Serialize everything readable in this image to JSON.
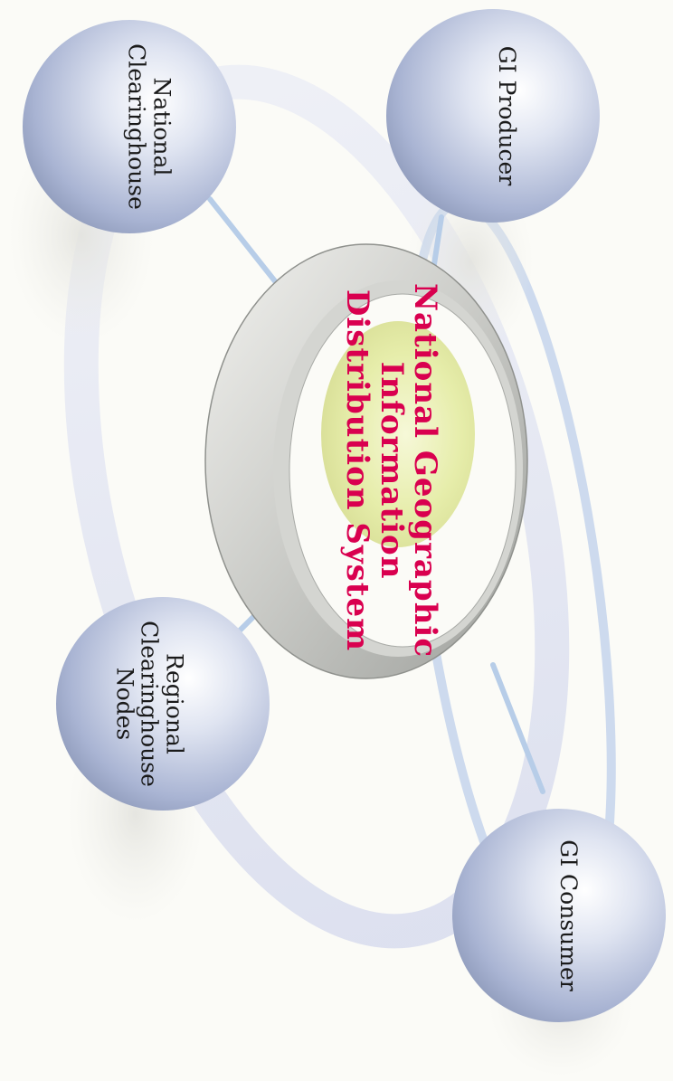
{
  "diagram": {
    "center": {
      "label": "National Geographic\nInformation\nDistribution System",
      "label_color": "#d9004f"
    },
    "nodes": [
      {
        "id": "national-clearinghouse",
        "label": "National\nClearinghouse"
      },
      {
        "id": "gi-producer",
        "label": "GI Producer"
      },
      {
        "id": "regional-clearinghouse-nodes",
        "label": "Regional\nClearinghouse\nNodes"
      },
      {
        "id": "gi-consumer",
        "label": "GI Consumer"
      }
    ],
    "colors": {
      "sphere": "#aeb8d6",
      "ring": "#bfc0bc",
      "orbit": "#dde1f0",
      "connector": "#b8cfe8"
    }
  }
}
